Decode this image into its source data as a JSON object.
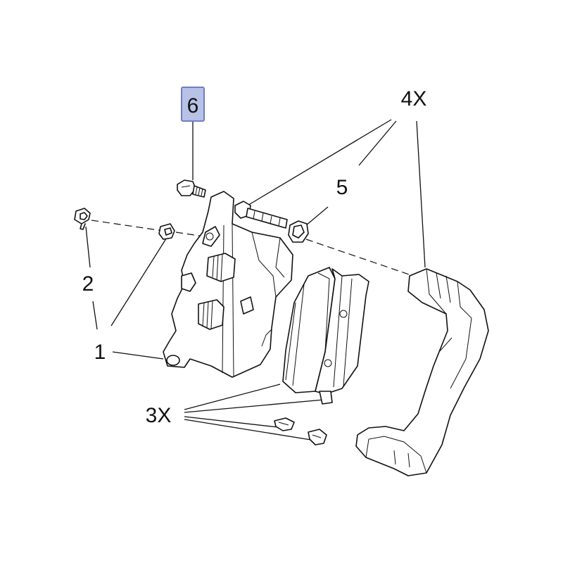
{
  "diagram": {
    "callouts": {
      "c1": "1",
      "c2": "2",
      "c3": "3X",
      "c4": "4X",
      "c5": "5",
      "c6": "6"
    },
    "highlight_color": "#b8c1e6",
    "highlight_border": "#6f7fc2",
    "line_color": "#111111"
  }
}
